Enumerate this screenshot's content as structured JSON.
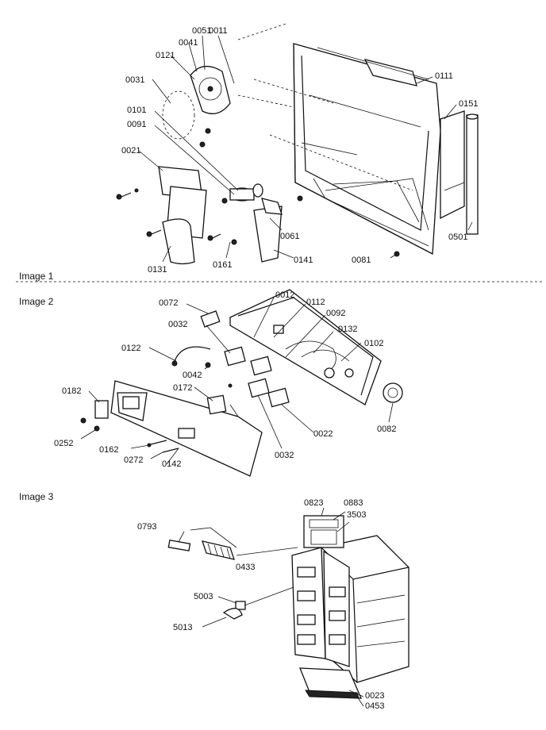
{
  "sections": [
    {
      "id": "image1",
      "title": "Image 1",
      "callouts": [
        "0051",
        "0011",
        "0041",
        "0121",
        "0031",
        "0101",
        "0091",
        "0021",
        "0111",
        "0151",
        "0061",
        "0131",
        "0161",
        "0141",
        "0081",
        "0501"
      ]
    },
    {
      "id": "image2",
      "title": "Image 2",
      "callouts": [
        "0072",
        "0012",
        "0112",
        "0092",
        "0032",
        "0132",
        "0122",
        "0102",
        "0042",
        "0172",
        "0182",
        "0022",
        "0082",
        "0252",
        "0032",
        "0162",
        "0272",
        "0142"
      ]
    },
    {
      "id": "image3",
      "title": "Image 3",
      "callouts": [
        "0823",
        "0883",
        "3503",
        "0793",
        "0433",
        "5003",
        "5013",
        "0023",
        "0453"
      ]
    }
  ]
}
